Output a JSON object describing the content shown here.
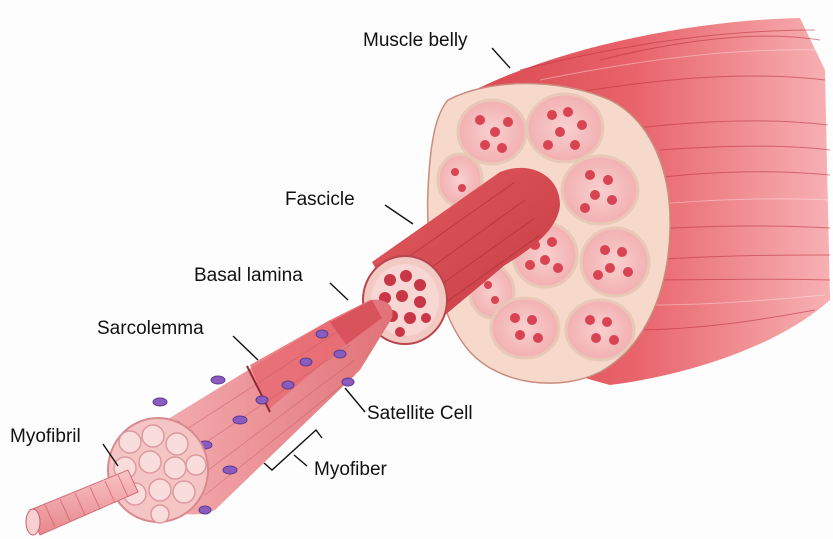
{
  "labels": {
    "muscle_belly": "Muscle belly",
    "fascicle": "Fascicle",
    "basal_lamina": "Basal lamina",
    "sarcolemma": "Sarcolemma",
    "satellite_cell": "Satellite Cell",
    "myofiber": "Myofiber",
    "myofibril": "Myofibril"
  },
  "colors": {
    "muscle_red": "#d9534f",
    "muscle_light": "#f08a8a",
    "fiber_pink": "#f3a3a8",
    "fascia_cream": "#fbe6d6",
    "nuclei_purple": "#8a5bc0",
    "label_text": "#111111"
  }
}
